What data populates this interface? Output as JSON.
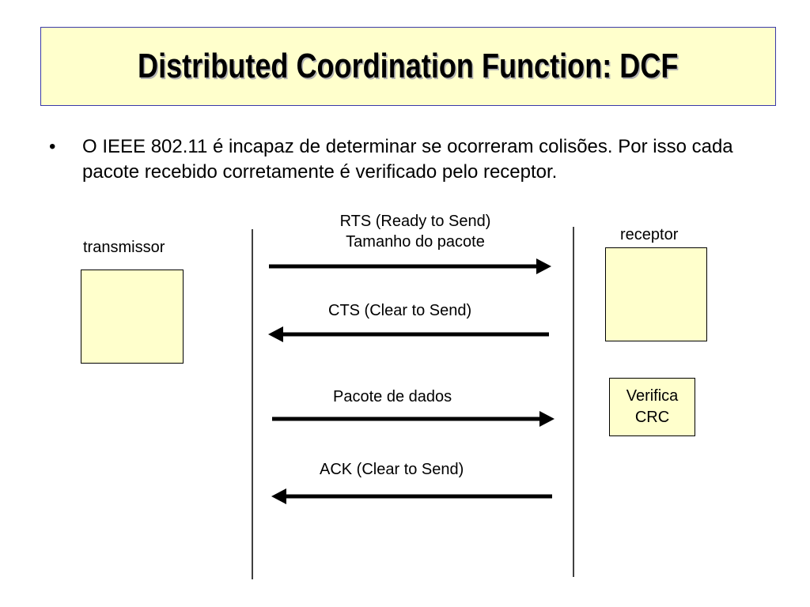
{
  "slide": {
    "title": "Distributed Coordination Function: DCF",
    "bullet": "•",
    "bullet_text": "O IEEE 802.11 é incapaz de determinar se ocorreram colisões. Por isso cada pacote recebido corretamente é verificado pelo receptor."
  },
  "diagram": {
    "transmitter_label": "transmissor",
    "receiver_label": "receptor",
    "crc_box": {
      "line1": "Verifica",
      "line2": "CRC"
    },
    "messages": [
      {
        "line1": "RTS (Ready to Send)",
        "line2": "Tamanho do pacote",
        "direction": "right"
      },
      {
        "line1": "CTS (Clear to Send)",
        "direction": "left"
      },
      {
        "line1": "Pacote de dados",
        "direction": "right"
      },
      {
        "line1": "ACK (Clear to Send)",
        "direction": "left"
      }
    ]
  },
  "colors": {
    "title_background": "#ffffcc",
    "title_border": "#3a3aa8",
    "box_fill": "#ffffcc",
    "line": "#000000"
  }
}
